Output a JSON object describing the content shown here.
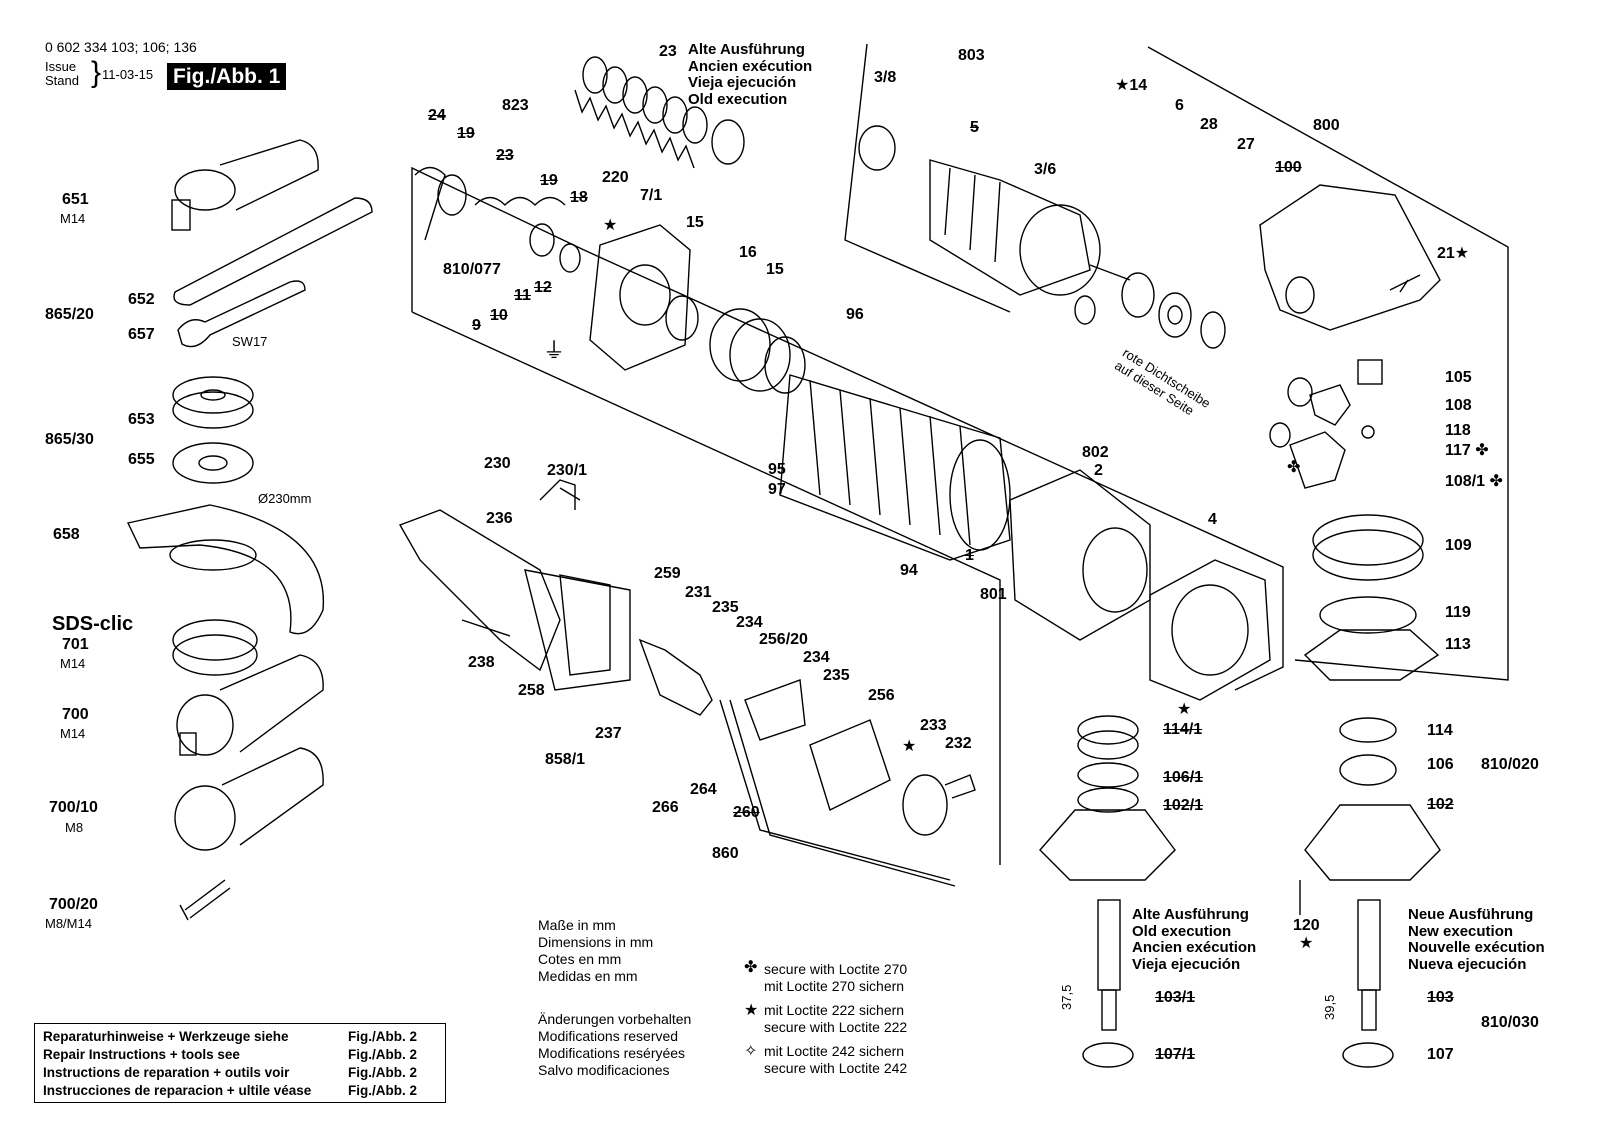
{
  "header": {
    "part_numbers": "0 602 334 103; 106; 136",
    "issue_label": "Issue\nStand",
    "issue_date": "11-03-15",
    "figure_label": "Fig./Abb. 1"
  },
  "old_execution_notice": [
    "Alte Ausführung",
    "Ancien exécution",
    "Vieja ejecución",
    "Old execution"
  ],
  "part_labels": {
    "p651": "651",
    "p651_thread": "M14",
    "p865_20": "865/20",
    "p652": "652",
    "p657": "657",
    "sw17": "SW17",
    "p865_30": "865/30",
    "p653": "653",
    "p655": "655",
    "diameter": "Ø230mm",
    "p658": "658",
    "sds_clic": "SDS-clic",
    "p701": "701",
    "p701_thread": "M14",
    "p700": "700",
    "p700_thread": "M14",
    "p700_10": "700/10",
    "p700_10_thread": "M8",
    "p700_20": "700/20",
    "p700_20_thread": "M8/M14",
    "p24": "24",
    "p19a": "19",
    "p823": "823",
    "p23b": "23",
    "p19b": "19",
    "p18": "18",
    "p23": "23",
    "p220": "220",
    "p7_1": "7/1",
    "p15a": "15",
    "p16": "16",
    "p15b": "15",
    "p810_077": "810/077",
    "p11": "11",
    "p12": "12",
    "p10": "10",
    "p9": "9",
    "p3_8": "3/8",
    "p803": "803",
    "p5": "5",
    "p3_6": "3/6",
    "p14": "14",
    "p6": "6",
    "p28": "28",
    "p27": "27",
    "p800": "800",
    "p100": "100",
    "p21": "21",
    "seal_note": "rote Dichtscheibe\nauf dieser Seite",
    "p96": "96",
    "p95": "95",
    "p97": "97",
    "p94": "94",
    "p1": "1",
    "p801": "801",
    "p802": "802",
    "p2": "2",
    "p4": "4",
    "p105": "105",
    "p108": "108",
    "p118": "118",
    "p117": "117",
    "p108_1": "108/1",
    "p109": "109",
    "p119": "119",
    "p113": "113",
    "p230": "230",
    "p230_1": "230/1",
    "p236": "236",
    "p238": "238",
    "p258": "258",
    "p237": "237",
    "p858_1": "858/1",
    "p259": "259",
    "p231": "231",
    "p235a": "235",
    "p234a": "234",
    "p256_20": "256/20",
    "p234b": "234",
    "p235b": "235",
    "p256": "256",
    "p233": "233",
    "p232": "232",
    "p266": "266",
    "p264": "264",
    "p260": "260",
    "p860": "860",
    "p114_1": "114/1",
    "p106_1": "106/1",
    "p102_1": "102/1",
    "p103_1": "103/1",
    "p107_1": "107/1",
    "dim_37_5": "37,5",
    "p114": "114",
    "p106": "106",
    "p810_020": "810/020",
    "p102": "102",
    "p120": "120",
    "p103": "103",
    "p810_030": "810/030",
    "p107": "107",
    "dim_39_5": "39,5"
  },
  "executions": {
    "old": [
      "Alte Ausführung",
      "Old execution",
      "Ancien exécution",
      "Vieja ejecución"
    ],
    "new": [
      "Neue Ausführung",
      "New execution",
      "Nouvelle exécution",
      "Nueva ejecución"
    ]
  },
  "dimensions_note": [
    "Maße in mm",
    "Dimensions in mm",
    "Cotes en mm",
    "Medidas en mm"
  ],
  "modifications_note": [
    "Änderungen vorbehalten",
    "Modifications reserved",
    "Modifications reséryées",
    "Salvo modificaciones"
  ],
  "loctite": {
    "l270": "secure with Loctite 270\nmit Loctite 270 sichern",
    "l222": "mit Loctite 222 sichern\nsecure with Loctite 222",
    "l242": "mit Loctite 242 sichern\nsecure with Loctite 242"
  },
  "repair_box": {
    "rows": [
      {
        "text": "Reparaturhinweise + Werkzeuge siehe",
        "ref": "Fig./Abb. 2"
      },
      {
        "text": "Repair Instructions + tools see",
        "ref": "Fig./Abb. 2"
      },
      {
        "text": "Instructions de reparation + outils voir",
        "ref": "Fig./Abb. 2"
      },
      {
        "text": "Instrucciones de reparacion + ultile véase",
        "ref": "Fig./Abb. 2"
      }
    ]
  }
}
